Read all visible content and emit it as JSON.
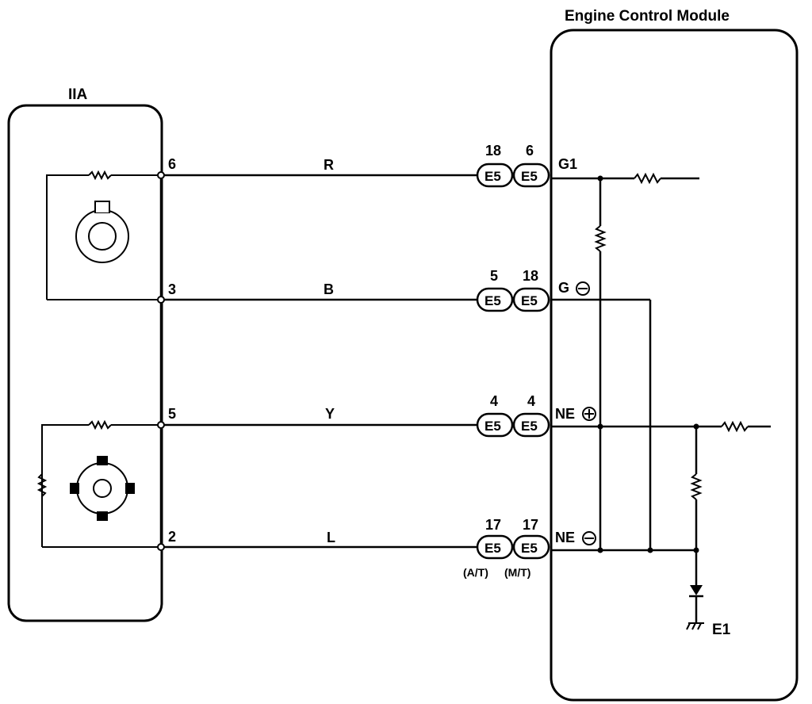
{
  "components": {
    "sensor_label": "IIA",
    "ecm_title": "Engine Control Module"
  },
  "wires": [
    {
      "sensor_pin": "6",
      "color": "R",
      "pin_a": "18",
      "pin_b": "6",
      "conn_a": "E5",
      "conn_b": "E5",
      "terminal": "G1"
    },
    {
      "sensor_pin": "3",
      "color": "B",
      "pin_a": "5",
      "pin_b": "18",
      "conn_a": "E5",
      "conn_b": "E5",
      "terminal": "G",
      "terminal_sign": "−"
    },
    {
      "sensor_pin": "5",
      "color": "Y",
      "pin_a": "4",
      "pin_b": "4",
      "conn_a": "E5",
      "conn_b": "E5",
      "terminal": "NE",
      "terminal_sign": "+"
    },
    {
      "sensor_pin": "2",
      "color": "L",
      "pin_a": "17",
      "pin_b": "17",
      "conn_a": "E5",
      "conn_b": "E5",
      "terminal": "NE",
      "terminal_sign": "−"
    }
  ],
  "notes": {
    "conn_a_variant": "(A/T)",
    "conn_b_variant": "(M/T)",
    "ground_label": "E1"
  }
}
